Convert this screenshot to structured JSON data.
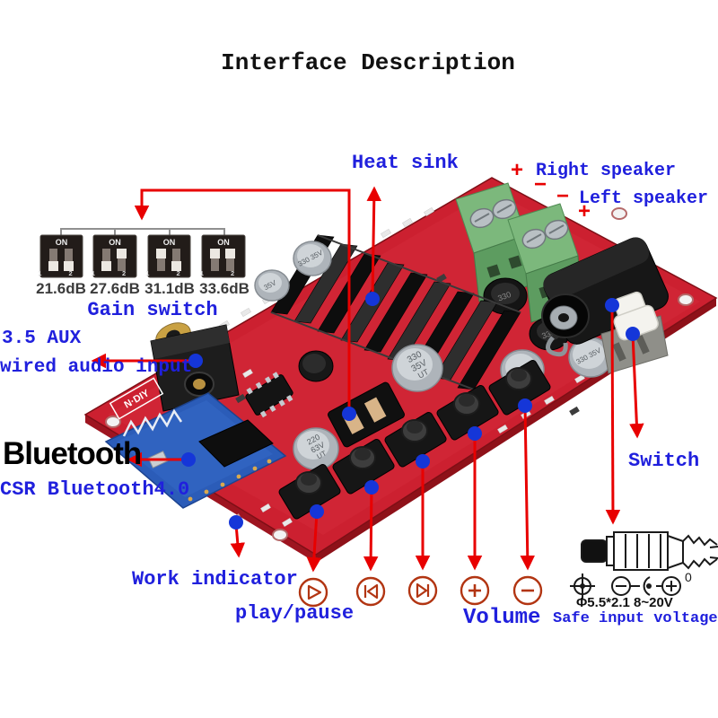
{
  "title": "Interface Description",
  "colors": {
    "label_blue": "#2020dd",
    "arrow_red": "#e80000",
    "circle_red": "#b23512",
    "dot_blue": "#1536d8",
    "pcb_red": "#cc2030",
    "terminal_green": "#7cb87c"
  },
  "annotations": {
    "heat_sink": "Heat sink",
    "right_speaker": "Right speaker",
    "left_speaker": "Left speaker",
    "right_plus": "+",
    "right_minus": "−",
    "left_minus": "−",
    "left_plus": "+",
    "gain_switch": "Gain switch",
    "aux_line1": "3.5 AUX",
    "aux_line2": "wired audio input",
    "bluetooth": "Bluetooth",
    "bluetooth_sub": "CSR Bluetooth4.0",
    "work_indicator": "Work indicator",
    "play_pause": "play/pause",
    "volume": "Volume",
    "switch": "Switch",
    "plug_spec": "Φ5.5*2.1 8~20V",
    "plug_zero": "0",
    "safe_input": "Safe input voltage"
  },
  "gain_switch": {
    "on_label": "ON",
    "pins": "1 2",
    "options": [
      {
        "db": "21.6dB",
        "sw1": "down",
        "sw2": "down"
      },
      {
        "db": "27.6dB",
        "sw1": "down",
        "sw2": "up"
      },
      {
        "db": "31.1dB",
        "sw1": "up",
        "sw2": "down"
      },
      {
        "db": "33.6dB",
        "sw1": "up",
        "sw2": "up"
      }
    ]
  },
  "controls": [
    "play-pause",
    "previous-track",
    "next-track",
    "volume-up",
    "volume-down"
  ],
  "board": {
    "cap_330": "330",
    "cap_35v": "35V",
    "cap_ut": "UT",
    "cap_220": "220",
    "cap_63v": "63V",
    "cap_small": "330 35V",
    "inductor": "330",
    "silk": "N·DIY"
  }
}
